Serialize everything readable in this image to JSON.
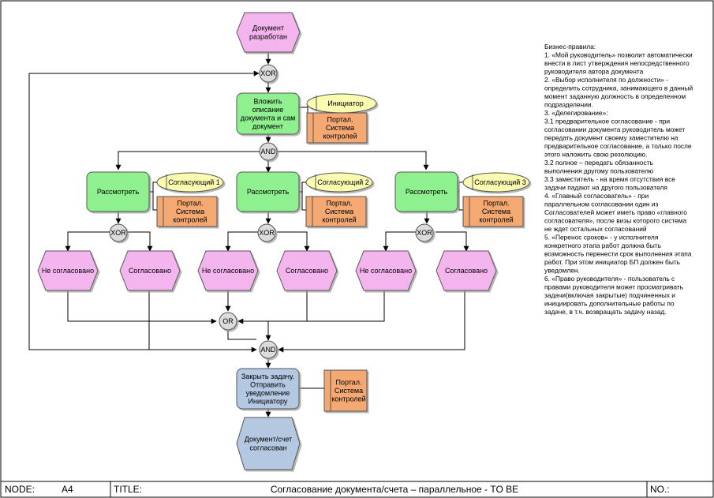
{
  "events": {
    "start": [
      "Документ",
      "разработан"
    ],
    "rejected": [
      "Не согласовано"
    ],
    "approved": [
      "Согласовано"
    ],
    "end": [
      "Документ/счет",
      "согласован"
    ]
  },
  "functions": {
    "attach": [
      "Вложить",
      "описание",
      "документа и сам",
      "документ"
    ],
    "review": [
      "Рассмотреть"
    ],
    "close": [
      "Закрыть задачу.",
      "Отправить",
      "уведомление",
      "Инициатору"
    ]
  },
  "roles": {
    "initiator": "Инициатор",
    "approver1": "Согласующий 1",
    "approver2": "Согласующий 2",
    "approver3": "Согласующий 3"
  },
  "system": [
    "Портал.",
    "Система",
    "контролей"
  ],
  "gates": {
    "xor": "XOR",
    "and": "AND",
    "or": "OR"
  },
  "rules": [
    "Бизнес-правила:",
    "1. «Мой руководитель» позволит автоматически",
    "внести в лист утверждения непосредственного",
    "руководителя автора документа",
    "2. «Выбор исполнителя по должности» -",
    "определить сотрудника, занимающего в данный",
    "момент заданную должность в определенном",
    "подразделении.",
    "3. «Делегирование»:",
    "    3.1 предварительное согласование - при",
    "согласовании документа руководитель может",
    "передать документ своему заместителю на",
    "предварительное согласование, а только после",
    "этого наложить свою резолюцию.",
    "    3.2 полное – передать обязанность",
    "выполнения другому пользователю",
    "    3.3 заместитель - на время отсутствия все",
    "задачи падают на другого пользователя",
    "4. «Главный согласователь» - при",
    "параллельном согласовании один из",
    "Согласователей может иметь право «главного",
    "согласователя», после визы которого система",
    "не ждет остальных согласований",
    "5. «Перенос сроков» - у исполнителя",
    "конкретного этапа работ должна быть",
    "возможность перенести срок выполнения этапа",
    "работ. При этом инициатор БП должен быть",
    "уведомлен.",
    "6. «Право руководителя» - пользователь с",
    "правами руководителя может просматривать",
    "задачи(включая закрытые) подчиненных и",
    "инициировать дополнительные работы по",
    "задаче, в т.ч. возвращать задачу назад."
  ],
  "footer": {
    "node_label": "NODE:",
    "node_value": "A4",
    "title_label": "TITLE:",
    "title_value": "Согласование документа/счета – параллельное - TO BE",
    "no_label": "NO.:"
  },
  "colors": {
    "event": "#f4b4ee",
    "function": "#8ef08e",
    "close_function": "#b4c8e2",
    "end_event": "#b4c8e2",
    "role": "#fcfcb0",
    "system": "#f4a872",
    "gate": "#dcdcdc"
  }
}
